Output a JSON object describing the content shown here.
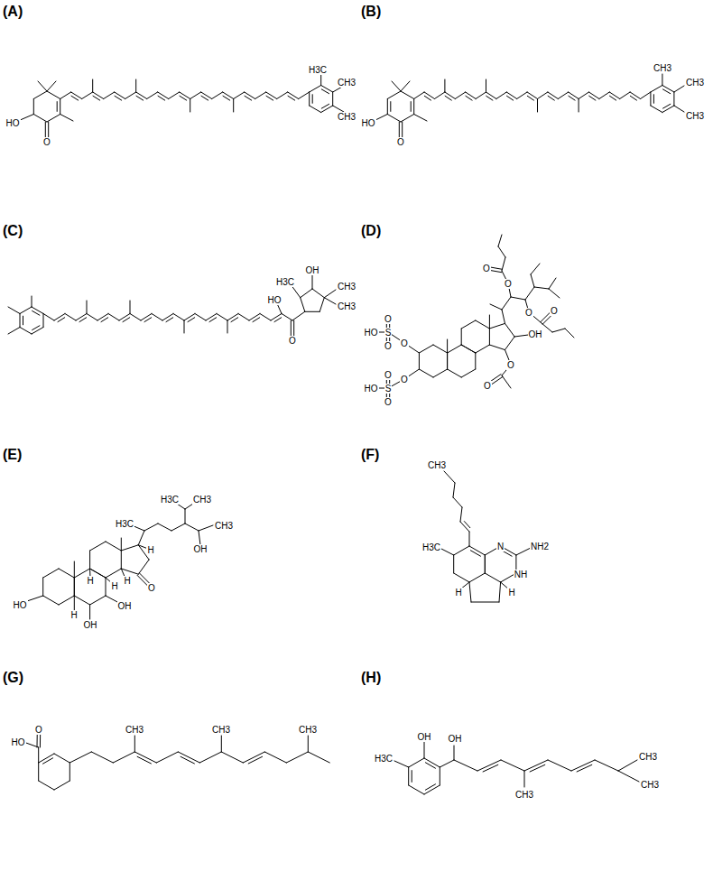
{
  "diagram": {
    "labels": [
      "(A)",
      "HO",
      "O",
      "H3C",
      "CH3",
      "CH3",
      "(B)",
      "HO",
      "O",
      "CH3",
      "CH3",
      "CH3",
      "(C)",
      "OH",
      "H3C",
      "HO",
      "CH3",
      "CH3",
      "O",
      "(D)",
      "O",
      "O",
      "O",
      "O",
      "O",
      "S",
      "HO",
      "OH",
      "O",
      "O",
      "O",
      "O",
      "O",
      "O",
      "S",
      "HO",
      "O",
      "(E)",
      "H3C",
      "CH3",
      "H3C",
      "CH3",
      "OH",
      "H",
      "H",
      "H",
      "H",
      "O",
      "HO",
      "OH",
      "H",
      "OH",
      "(F)",
      "CH3",
      "N",
      "NH2",
      "H3C",
      "NH",
      "H",
      "H",
      "(G)",
      "O",
      "CH3",
      "CH3",
      "CH3",
      "HO",
      "(H)",
      "OH",
      "OH",
      "H3C",
      "CH3",
      "CH3",
      "CH3"
    ]
  }
}
